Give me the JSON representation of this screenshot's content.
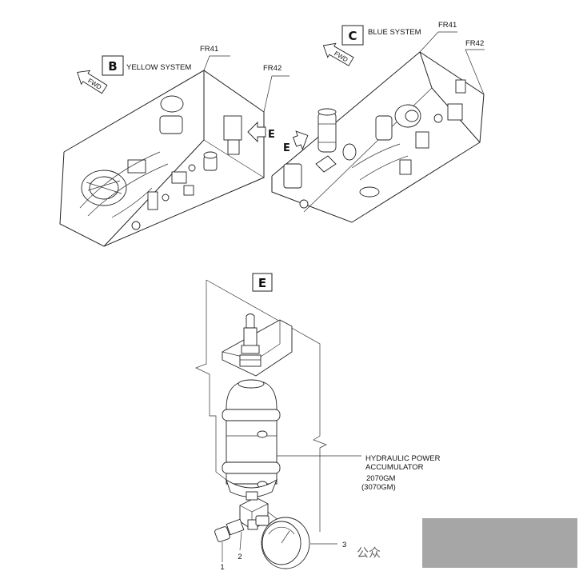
{
  "views": {
    "yellow": {
      "letter": "B",
      "title": "YELLOW SYSTEM",
      "frame1": "FR41",
      "frame2": "FR42",
      "fwd": "FWD",
      "callout": "E"
    },
    "blue": {
      "letter": "C",
      "title": "BLUE SYSTEM",
      "frame1": "FR41",
      "frame2": "FR42",
      "fwd": "FWD",
      "callout": "E"
    },
    "detail": {
      "letter": "E"
    }
  },
  "callout": {
    "line1": "HYDRAULIC POWER",
    "line2": "ACCUMULATOR",
    "line3": "2070GM",
    "line4": "(3070GM)"
  },
  "items": {
    "item1": "1",
    "item2": "2",
    "item3": "3"
  },
  "watermark": {
    "text": "公众"
  }
}
